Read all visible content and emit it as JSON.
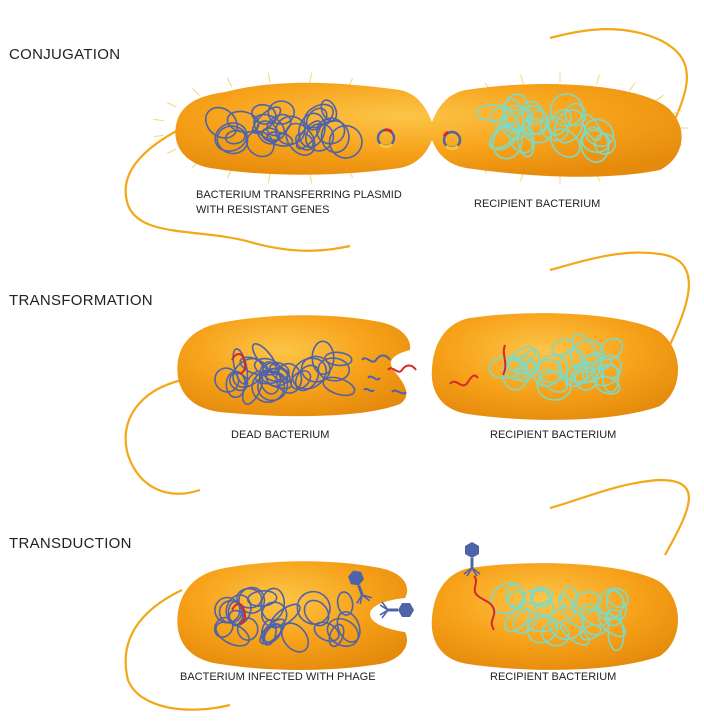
{
  "sections": [
    {
      "title": "CONJUGATION",
      "left_caption_line1": "BACTERIUM TRANSFERRING PLASMID",
      "left_caption_line2": "WITH RESISTANT GENES",
      "right_caption": "RECIPIENT BACTERIUM"
    },
    {
      "title": "TRANSFORMATION",
      "left_caption": "DEAD BACTERIUM",
      "right_caption": "RECIPIENT BACTERIUM"
    },
    {
      "title": "TRANSDUCTION",
      "left_caption": "BACTERIUM INFECTED WITH PHAGE",
      "right_caption": "RECIPIENT BACTERIUM"
    }
  ],
  "colors": {
    "bacterium_body": "#f7a21a",
    "bacterium_highlight": "#fdc34a",
    "bacterium_shadow": "#e07f0a",
    "flagellum": "#f2a818",
    "pili": "#f6d67a",
    "donor_dna": "#4f63a8",
    "recipient_dna": "#7fd9c4",
    "resistance_gene": "#d62828",
    "plasmid_gene": "#f2c73a",
    "phage": "#4f63a8"
  }
}
